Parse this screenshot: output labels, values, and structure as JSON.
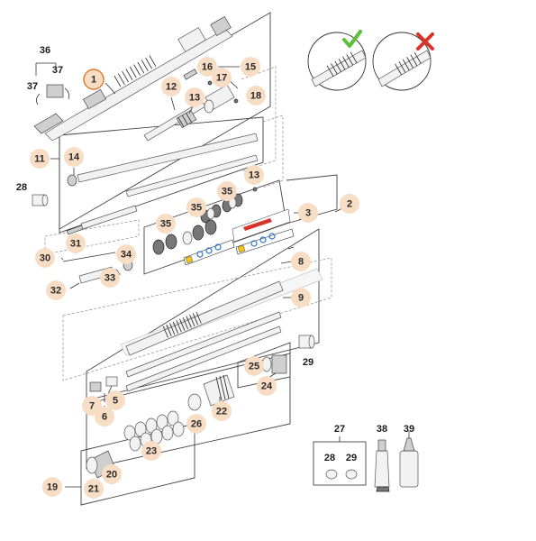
{
  "diagram": {
    "callouts": [
      {
        "id": "c1",
        "label": "1",
        "highlight": true
      },
      {
        "id": "c2",
        "label": "2"
      },
      {
        "id": "c3",
        "label": "3"
      },
      {
        "id": "c5",
        "label": "5"
      },
      {
        "id": "c6",
        "label": "6"
      },
      {
        "id": "c7",
        "label": "7"
      },
      {
        "id": "c8",
        "label": "8"
      },
      {
        "id": "c9",
        "label": "9"
      },
      {
        "id": "c11",
        "label": "11"
      },
      {
        "id": "c12",
        "label": "12"
      },
      {
        "id": "c13a",
        "label": "13"
      },
      {
        "id": "c13b",
        "label": "13"
      },
      {
        "id": "c14",
        "label": "14"
      },
      {
        "id": "c15",
        "label": "15"
      },
      {
        "id": "c16",
        "label": "16"
      },
      {
        "id": "c17",
        "label": "17"
      },
      {
        "id": "c18",
        "label": "18"
      },
      {
        "id": "c19",
        "label": "19"
      },
      {
        "id": "c20",
        "label": "20"
      },
      {
        "id": "c21",
        "label": "21"
      },
      {
        "id": "c22",
        "label": "22"
      },
      {
        "id": "c23",
        "label": "23"
      },
      {
        "id": "c24",
        "label": "24"
      },
      {
        "id": "c25",
        "label": "25"
      },
      {
        "id": "c26",
        "label": "26"
      },
      {
        "id": "c30",
        "label": "30"
      },
      {
        "id": "c31",
        "label": "31"
      },
      {
        "id": "c32",
        "label": "32"
      },
      {
        "id": "c33",
        "label": "33"
      },
      {
        "id": "c34",
        "label": "34"
      },
      {
        "id": "c35a",
        "label": "35"
      },
      {
        "id": "c35b",
        "label": "35"
      },
      {
        "id": "c35c",
        "label": "35"
      }
    ],
    "plain_labels": [
      {
        "id": "n27",
        "label": "27"
      },
      {
        "id": "n28a",
        "label": "28"
      },
      {
        "id": "n28b",
        "label": "28"
      },
      {
        "id": "n29a",
        "label": "29"
      },
      {
        "id": "n29b",
        "label": "29"
      },
      {
        "id": "n36",
        "label": "36"
      },
      {
        "id": "n37a",
        "label": "37"
      },
      {
        "id": "n37b",
        "label": "37"
      },
      {
        "id": "n38",
        "label": "38"
      },
      {
        "id": "n39",
        "label": "39"
      }
    ],
    "indicators": {
      "correct_icon": "check-mark-icon",
      "correct_color": "#5cbf3a",
      "incorrect_icon": "cross-mark-icon",
      "incorrect_color": "#d9342b"
    },
    "colors": {
      "callout_fill": "#f8ddc5",
      "highlight_ring": "#e07a2e",
      "warning_label": "#f2c21b",
      "accent_red": "#d9342b",
      "accent_blue": "#2f72c5"
    }
  }
}
